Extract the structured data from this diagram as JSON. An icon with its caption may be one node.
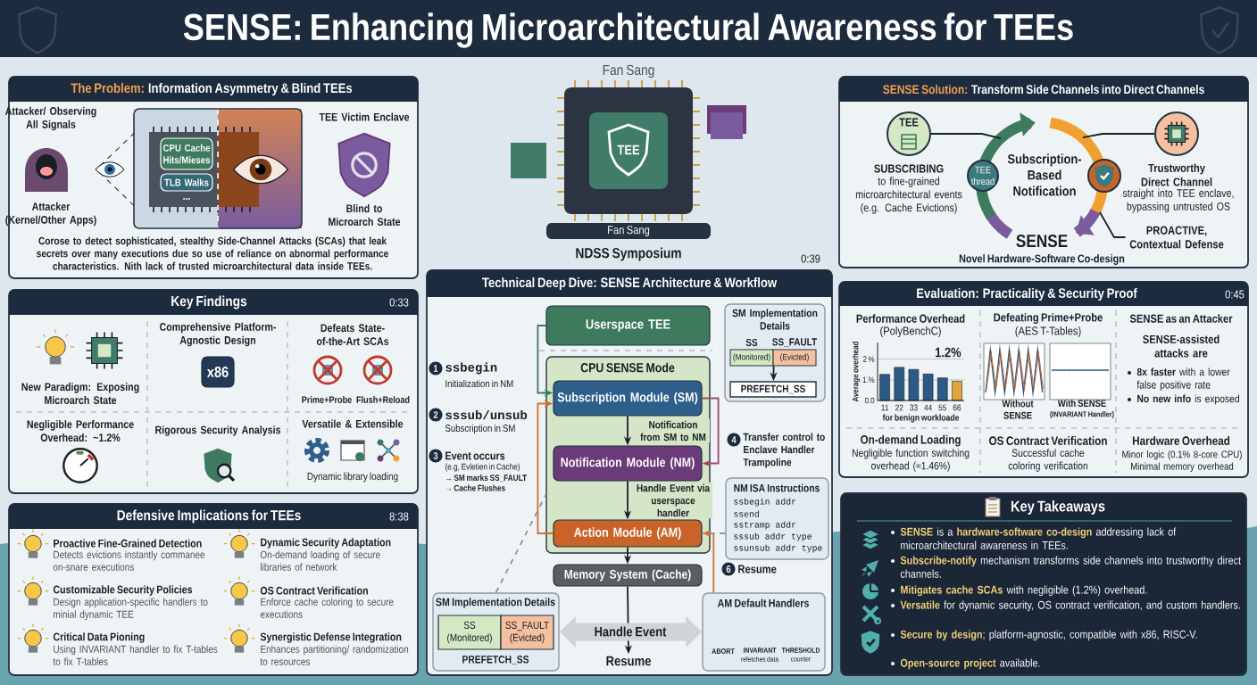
{
  "diagram": {
    "title": "SENSE: Enhancing Microarchitectural Awareness for TEEs",
    "nodes": [
      {
        "text": [
          "The Problem:",
          "Information Asymmetry & Blind TEEs",
          "Corose to detect sophisticated, stealthy Side-Channel Attacks (SCAs) that leak secrets over many executions due so use of reliance on abnormal performance characteristics. Nith lack of trusted microarchitectural data inside TEEs."
        ]
      },
      {
        "text": [],
        "shape": "box",
        "in": 0
      },
      {
        "text": [
          "CPU Cache Hits/Mieses"
        ],
        "in": 1
      },
      {
        "text": [
          "TLB Walks"
        ],
        "in": 1
      },
      {
        "text": [
          "Key Findings",
          "0:33"
        ]
      },
      {
        "text": [
          "x86"
        ],
        "in": 4
      },
      {
        "text": [
          "Defensive Implications for TEEs",
          "8:38"
        ]
      },
      {
        "text": [
          "Technical Deep Dive: SENSE Architecture & Workflow"
        ]
      },
      {
        "text": [
          "Userspace TEE"
        ],
        "in": 7
      },
      {
        "text": [
          "CPU SENSE Mode"
        ],
        "in": 7
      },
      {
        "text": [
          "Subscription Module (SM)"
        ],
        "in": 9
      },
      {
        "text": [
          "Notification Module (NM)"
        ],
        "in": 9
      },
      {
        "text": [
          "Action Module (AM)"
        ],
        "in": 9
      },
      {
        "text": [
          "Memory System (Cache)"
        ],
        "in": 7
      },
      {
        "text": [
          "Resume"
        ],
        "in": 7
      },
      {
        "text": [
          "SM Implementation Details"
        ],
        "in": 7
      },
      {
        "text": [
          "(Monitored)"
        ],
        "in": 15
      },
      {
        "text": [
          "(Evicted)"
        ],
        "in": 15
      },
      {
        "text": [
          "PREFETCH_SS"
        ],
        "in": 15
      },
      {
        "text": [
          "NM ISA Instructions",
          "ssbegin addr",
          "ssend",
          "sstramp addr",
          "sssub addr type",
          "ssunsub addr type"
        ],
        "in": 7
      },
      {
        "text": [
          "AM Default Handlers"
        ],
        "in": 7
      },
      {
        "text": [
          "SM Implementation Details",
          "PREFETCH_SS"
        ],
        "in": 7
      },
      {
        "text": [
          "SS (Monitored)"
        ],
        "in": 21
      },
      {
        "text": [
          "SS_FAULT (Evicted)"
        ],
        "in": 21
      },
      {
        "text": [
          "SENSE Solution:",
          "Transform Side Channels into Direct Channels"
        ]
      },
      {
        "text": [
          "TEE"
        ],
        "in": 24
      },
      {
        "text": [
          "TEE thread"
        ],
        "in": 24
      },
      {
        "text": [],
        "shape": "circle",
        "in": 24
      },
      {
        "text": [],
        "shape": "circle",
        "in": 24
      },
      {
        "text": [
          "PROACTIVE, Contextual Defense"
        ],
        "in": 24
      },
      {
        "text": [
          "Evaluation: Practicality & Security Proof",
          "0:45"
        ]
      },
      {
        "text": [
          "Key Takeaways"
        ]
      }
    ],
    "edges": [
      {
        "from": 8,
        "to": 10,
        "arrow": "to",
        "color": "#3e7b5e"
      },
      {
        "from": 12,
        "to": 10,
        "arrow": "to",
        "color": "#d0702e"
      },
      {
        "from": 10,
        "to": 11,
        "arrow": "to",
        "label": "Notification from SM to NM"
      },
      {
        "from": 10,
        "to": 11,
        "arrow": "to",
        "color": "#9c4a6e"
      },
      {
        "from": 11,
        "to": 12,
        "arrow": "to",
        "label": "Handle Event via userspace handler"
      },
      {
        "from": 12,
        "to": 13,
        "arrow": "to"
      },
      {
        "from": 13,
        "to": 14,
        "arrow": "to"
      },
      {
        "from": 21,
        "to": 20,
        "arrow": "both",
        "label": "Handle Event",
        "style": "thick",
        "color": "#cfd4d8"
      },
      {
        "from": 20,
        "to": 12,
        "arrow": "to",
        "color": "#d0702e"
      },
      {
        "from": 19,
        "to": 12,
        "arrow": "none",
        "style": "dashed",
        "color": "#8a939c"
      },
      {
        "from": 21,
        "to": 9,
        "arrow": "none",
        "style": "dashed",
        "color": "#8a939c"
      },
      {
        "from": 16,
        "to": 18,
        "arrow": "to"
      },
      {
        "from": 25,
        "to": null,
        "arrow": "none"
      },
      {
        "from": 28,
        "to": null,
        "arrow": "none"
      },
      {
        "from": 29,
        "to": null,
        "arrow": "none"
      }
    ],
    "labels": [
      "Fan Sang",
      "TEE",
      "Fan Sang",
      "NDSS Symposium",
      "0:39",
      "Attacker/ Observing All Signals",
      "Attacker (Kernel/Other Apps)",
      "...",
      "TEE Victim Enclave",
      "Blind to Microarch State",
      "New Paradigm: Exposing Microarch State",
      "Comprehensive Platform-Agnostic Design",
      "Defeats State-of-the-Art SCAs",
      "Prime+Probe",
      "Flush+Reload",
      "Negligible Performance Overhead: ~1.2%",
      "Rigorous Security Analysis",
      "Versatile & Extensible",
      "Dynamic library loading",
      "Proactive Fine-Grained Detection",
      "Detects evictions instantly commanee on-snare executions",
      "Dynamic Security Adaptation",
      "On-demand loading of secure libraries of network",
      "Customizable Security Policies",
      "Design application-specific handlers to minial dynamic TEE",
      "OS Contract Verification",
      "Enforce cache coloring to secure executions",
      "Critical Data Pioning",
      "Using INVARIANT handler to fix T-tables to fix T-tables",
      "Synergistic Defense Integration",
      "Enhances partitioning/ randomization to resources",
      "1",
      "ssbegin",
      "Initialization in NM",
      "2",
      "sssub/unsub",
      "Subscription in SM",
      "3",
      "Event occurs",
      "(e.g, Evletien in Cache)",
      "→ SM marks SS_FAULT",
      "→ Cache Flushes",
      "4",
      "Transfer control to Enclave Handler Trampoline",
      "6",
      "Resume",
      "SS",
      "SS_FAULT",
      "ABORT",
      "INVARIANT",
      "refetches data",
      "THRESHOLD",
      "counter",
      "SUBSCRIBING",
      "to fine-grained microarchitectural events (e.g. Cache Evictions)",
      "Subscription-Based Notification",
      "Trustworthy Direct Channel",
      "straight into TEE enclave, bypassing untrusted OS",
      "SENSE",
      "Novel Hardware-Software Co-design",
      "Performance Overhead",
      "(PolyBenchC)",
      "Defeating Prime+Probe",
      "(AES T-Tables)",
      "Without SENSE",
      "With SENSE",
      "(INVARIANT Handler)",
      "SENSE as an Attacker",
      "SENSE-assisted attacks are",
      "**8x faster** with a lower false positive rate",
      "**No new info** is exposed",
      "On-demand Loading",
      "Negligible function switching overhead (≈1.46%)",
      "OS Contract Verification",
      "Successful cache coloring verification",
      "Hardware Overhead",
      "Minor logic (0.1% 8-core CPU) Minimal memory overhead",
      "**SENSE** is a **hardware-software co-design** addressing lack of microarchitectural awareness in TEEs.",
      "**Subscribe-notify** mechanism transforms side channels into trustworthy direct channels.",
      "**Mitigates cache SCAs** with negligible (1.2%) overhead.",
      "**Versatile** for dynamic security, OS contract verification, and custom handlers.",
      "**Secure by design**; platform-agnostic, compatible with x86, RISC-V.",
      "**Open-source project** available."
    ],
    "chart_data": {
      "type": "bar",
      "xlabel": "for benign workloade",
      "ylabel": "Average overhead",
      "categories": [
        "11",
        "22",
        "33",
        "44",
        "55",
        "66"
      ],
      "series": [
        {
          "color": "#2c5a85",
          "values": [
            1.26,
            1.6,
            1.5,
            1.28,
            1.09,
            null
          ]
        },
        {
          "color": "#e3a53b",
          "values": [
            null,
            null,
            null,
            null,
            null,
            0.93
          ]
        }
      ],
      "ylim": [
        0,
        2.8
      ],
      "yticks": [
        {
          "value": 0,
          "label": "0.0"
        },
        {
          "value": 1,
          "label": "1.%"
        },
        {
          "value": 2,
          "label": "2 %"
        }
      ],
      "annotations": [
        {
          "text": "1.2%"
        }
      ]
    }
  }
}
